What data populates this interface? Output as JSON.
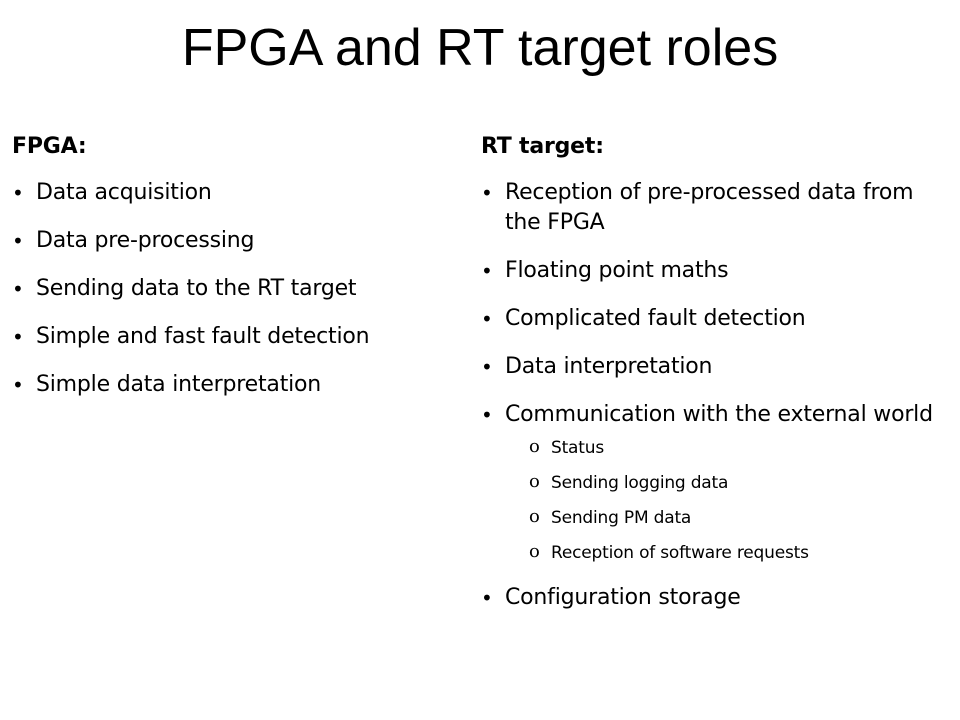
{
  "title": "FPGA and RT target roles",
  "left": {
    "heading": "FPGA:",
    "items": [
      "Data acquisition",
      "Data pre-processing",
      "Sending data to the RT target",
      "Simple and fast fault detection",
      "Simple data interpretation"
    ]
  },
  "right": {
    "heading": "RT target:",
    "items": [
      "Reception of pre-processed data from the FPGA",
      "Floating point maths",
      "Complicated fault detection",
      "Data interpretation",
      "Communication with the external world",
      "Configuration storage"
    ],
    "sub_items": [
      "Status",
      "Sending logging data",
      "Sending PM data",
      "Reception of software requests"
    ]
  },
  "bullet_glyph": "•",
  "sub_bullet_glyph": "o"
}
